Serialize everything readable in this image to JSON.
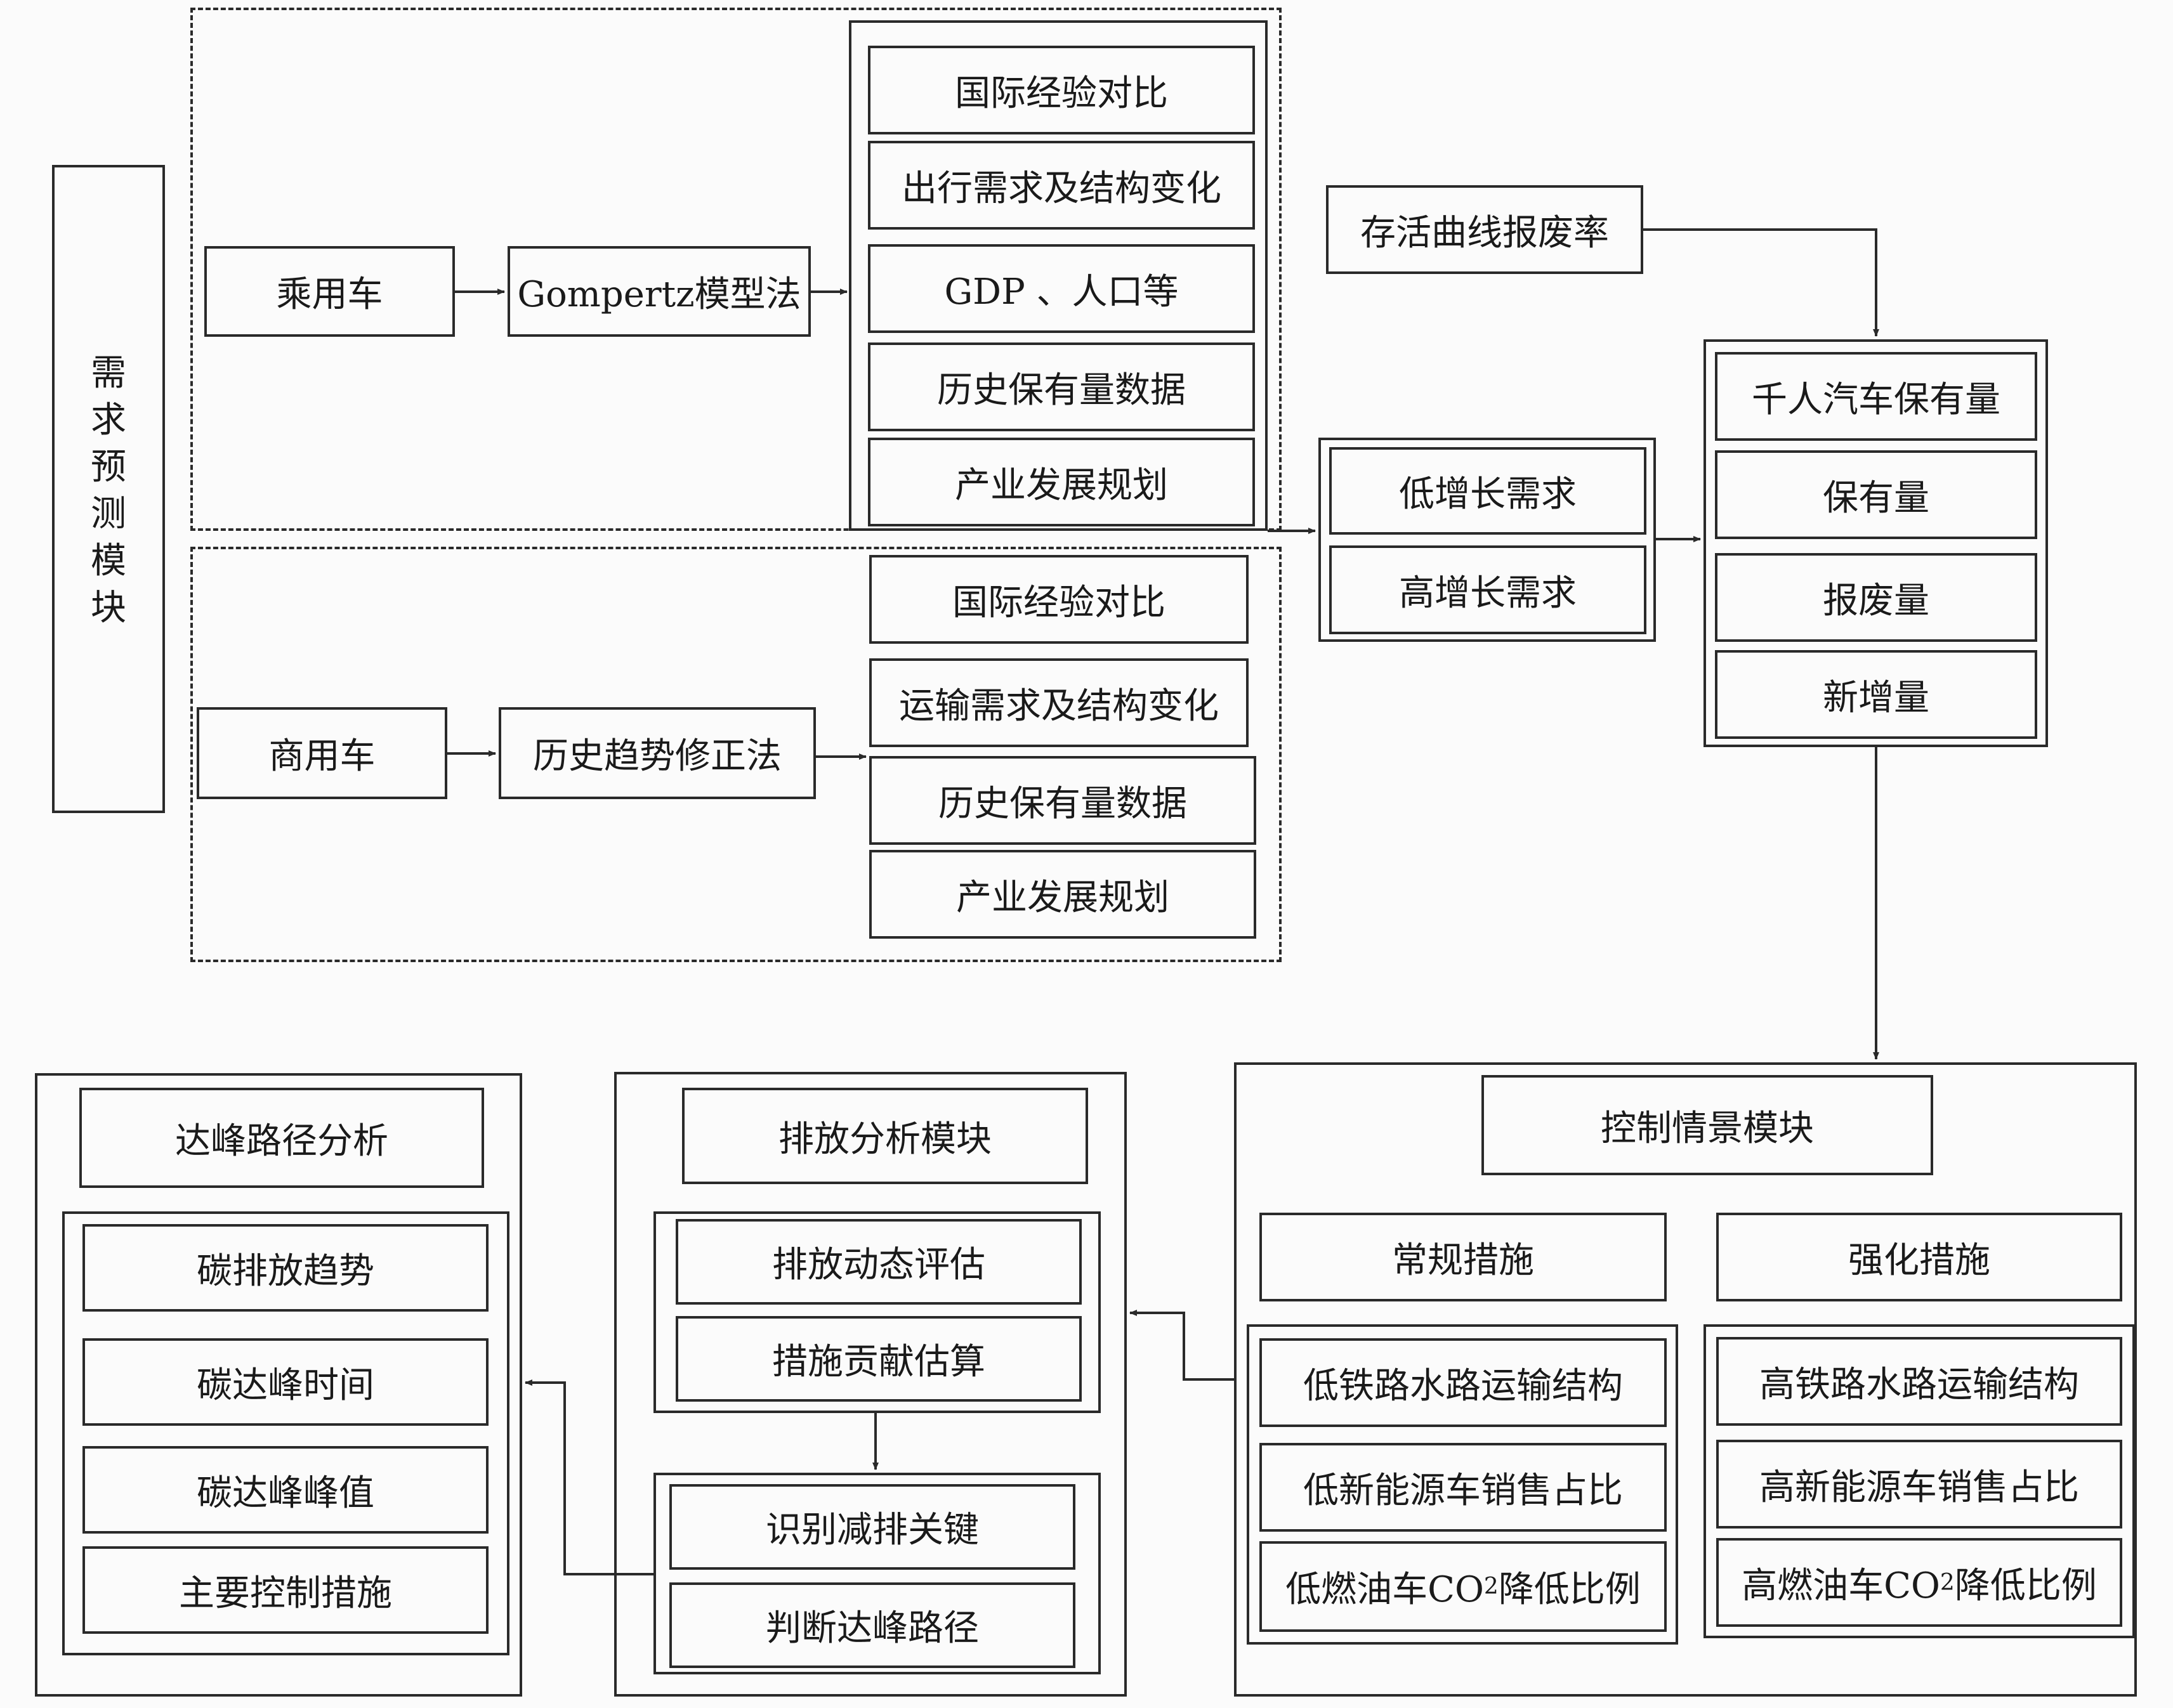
{
  "demand": {
    "title_chars": [
      "需",
      "求",
      "预",
      "测",
      "模",
      "块"
    ],
    "passenger": {
      "label": "乘用车",
      "method": "Gompertz模型法",
      "factors": [
        "国际经验对比",
        "出行需求及结构变化",
        "GDP 、人口等",
        "历史保有量数据",
        "产业发展规划"
      ]
    },
    "commercial": {
      "label": "商用车",
      "method": "历史趋势修正法",
      "factors": [
        "国际经验对比",
        "运输需求及结构变化",
        "历史保有量数据",
        "产业发展规划"
      ]
    }
  },
  "survival": "存活曲线报废率",
  "growth": [
    "低增长需求",
    "高增长需求"
  ],
  "stock": [
    "千人汽车保有量",
    "保有量",
    "报废量",
    "新增量"
  ],
  "control": {
    "title": "控制情景模块",
    "regular": {
      "title": "常规措施",
      "items": [
        {
          "pre": "低铁路水路运输结构"
        },
        {
          "pre": "低新能源车销售占比"
        },
        {
          "pre": "低燃油车CO",
          "sub": "2",
          "post": "降低比例"
        }
      ]
    },
    "strong": {
      "title": "强化措施",
      "items": [
        {
          "pre": "高铁路水路运输结构"
        },
        {
          "pre": "高新能源车销售占比"
        },
        {
          "pre": "高燃油车CO",
          "sub": "2",
          "post": "降低比例"
        }
      ]
    }
  },
  "emission": {
    "title": "排放分析模块",
    "eval": [
      "排放动态评估",
      "措施贡献估算"
    ],
    "path": [
      "识别减排关键",
      "判断达峰路径"
    ]
  },
  "peak": {
    "title": "达峰路径分析",
    "items": [
      "碳排放趋势",
      "碳达峰时间",
      "碳达峰峰值",
      "主要控制措施"
    ]
  }
}
